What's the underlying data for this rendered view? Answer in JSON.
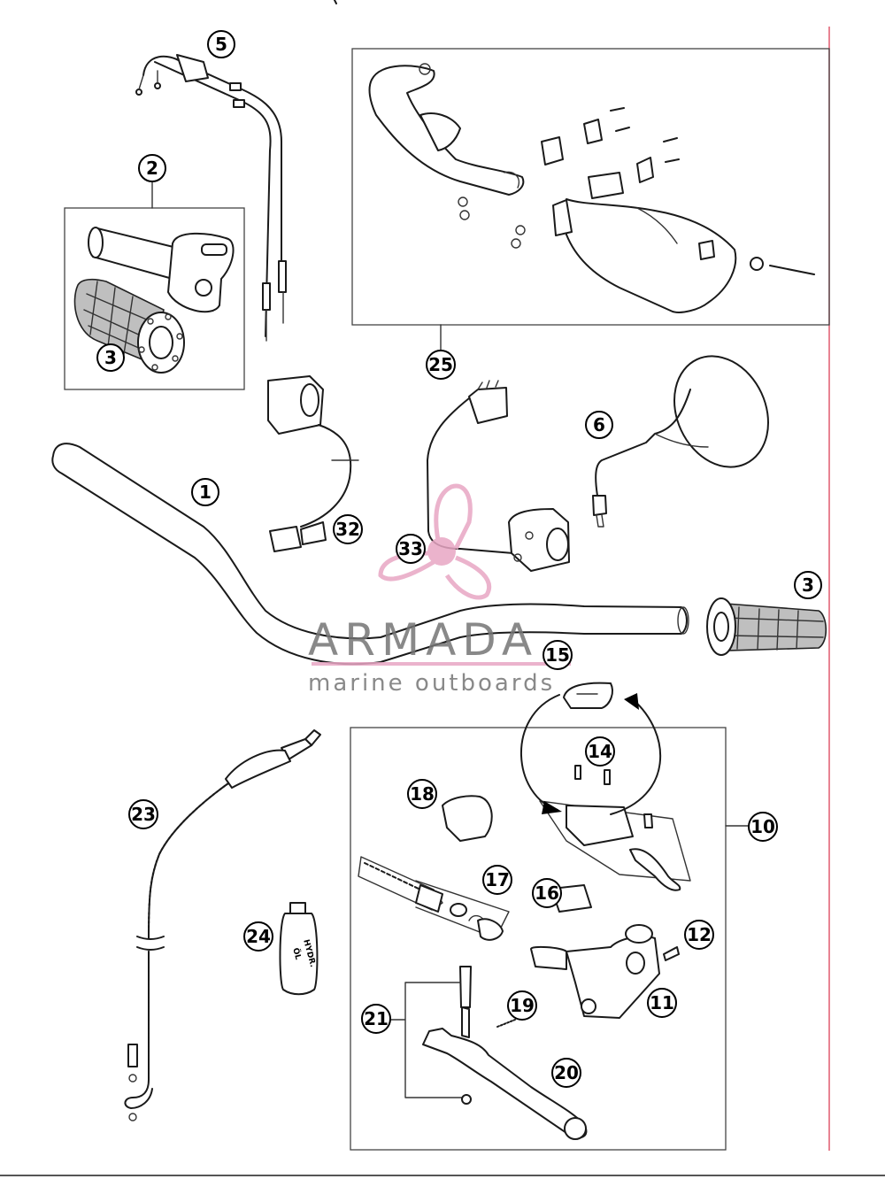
{
  "callouts": [
    "1",
    "2",
    "3",
    "3",
    "5",
    "6",
    "10",
    "11",
    "12",
    "14",
    "15",
    "16",
    "17",
    "18",
    "19",
    "20",
    "21",
    "23",
    "24",
    "25",
    "32",
    "33"
  ],
  "oil_bottle": {
    "line1": "HYDR.",
    "line2": "ÖL"
  },
  "watermark": {
    "title": "ARMADA",
    "subtitle": "marine outboards"
  },
  "colors": {
    "line": "#1a1a1a",
    "watermark_pink": "#e8a6c4",
    "watermark_gray": "#757575",
    "margin_red": "#e05a6e"
  }
}
